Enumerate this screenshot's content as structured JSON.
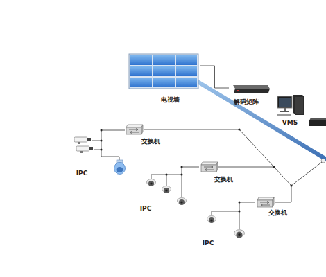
{
  "diagram": {
    "nodes": [
      {
        "text": [
          "电视墙"
        ]
      },
      {
        "text": [
          "解码矩阵"
        ]
      },
      {
        "text": [
          "VMS"
        ]
      },
      {
        "text": [
          "交换机"
        ]
      },
      {
        "text": [
          "IPC"
        ]
      },
      {
        "text": [
          "交换机"
        ]
      },
      {
        "text": [
          "IPC"
        ]
      },
      {
        "text": [
          "交换机"
        ]
      },
      {
        "text": [
          "IPC"
        ]
      }
    ],
    "edges": [
      {
        "from": 0,
        "to": 1,
        "arrow": "none"
      },
      {
        "from": 3,
        "to": 4,
        "arrow": "none"
      },
      {
        "from": 5,
        "to": 6,
        "arrow": "none"
      },
      {
        "from": 7,
        "to": 8,
        "arrow": "none"
      }
    ]
  }
}
